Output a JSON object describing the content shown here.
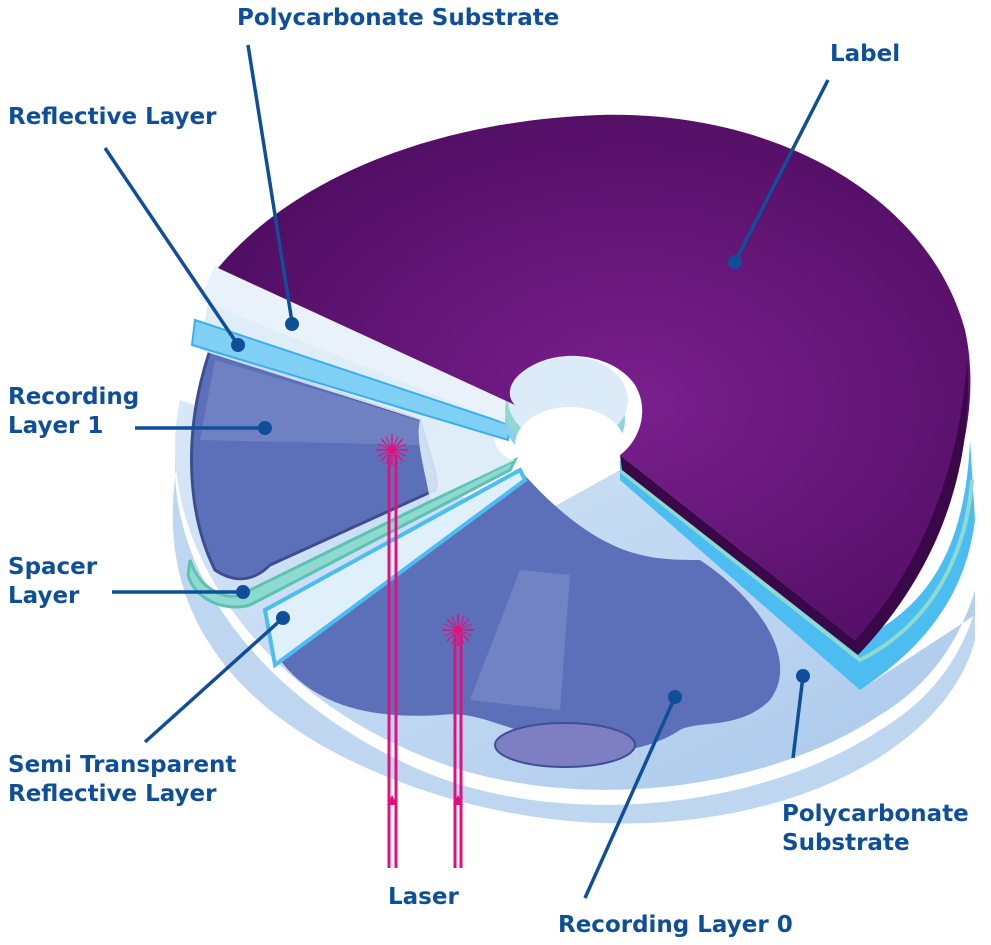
{
  "colors": {
    "label_purple": "#55106a",
    "layer_line": "#0f4f9a",
    "laser": "#e0117f",
    "disc_light": "#bcd7f2",
    "reflective": "#7fd0f4",
    "spacer": "#7fd3c6",
    "recording_layer": "#5a6fb8"
  },
  "labels": {
    "polycarbonate_top": "Polycarbonate Substrate",
    "label": "Label",
    "reflective": "Reflective Layer",
    "recording1": [
      "Recording",
      "Layer 1"
    ],
    "spacer": [
      "Spacer",
      "Layer"
    ],
    "semi": [
      "Semi Transparent",
      "Reflective Layer"
    ],
    "polycarbonate_bottom": [
      "Polycarbonate",
      "Substrate"
    ],
    "laser": "Laser",
    "recording0": "Recording Layer 0"
  }
}
